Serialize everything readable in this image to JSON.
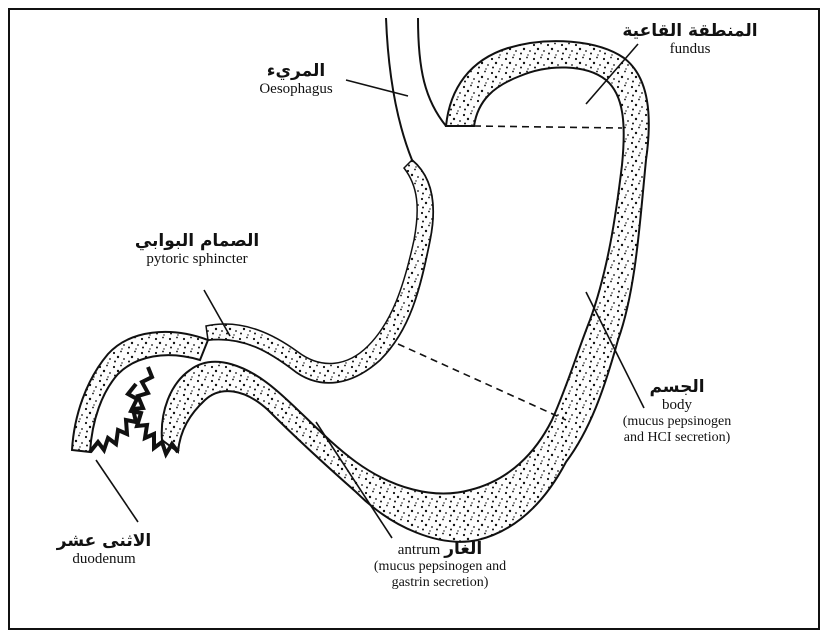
{
  "labels": {
    "oesophagus": {
      "ar": "المريء",
      "en": "Oesophagus"
    },
    "fundus": {
      "ar": "المنطقة القاعية",
      "en": "fundus"
    },
    "pyloric": {
      "ar": "الصمام البوابي",
      "en": "pytoric sphincter"
    },
    "body": {
      "ar": "الجسم",
      "en": "body",
      "note1": "(mucus pepsinogen",
      "note2": "and HCI secretion)"
    },
    "duodenum": {
      "ar": "الاثنى عشر",
      "en": "duodenum"
    },
    "antrum": {
      "ar": "الغار",
      "en": "antrum",
      "note1": "(mucus pepsinogen and",
      "note2": "gastrin secretion)"
    }
  }
}
